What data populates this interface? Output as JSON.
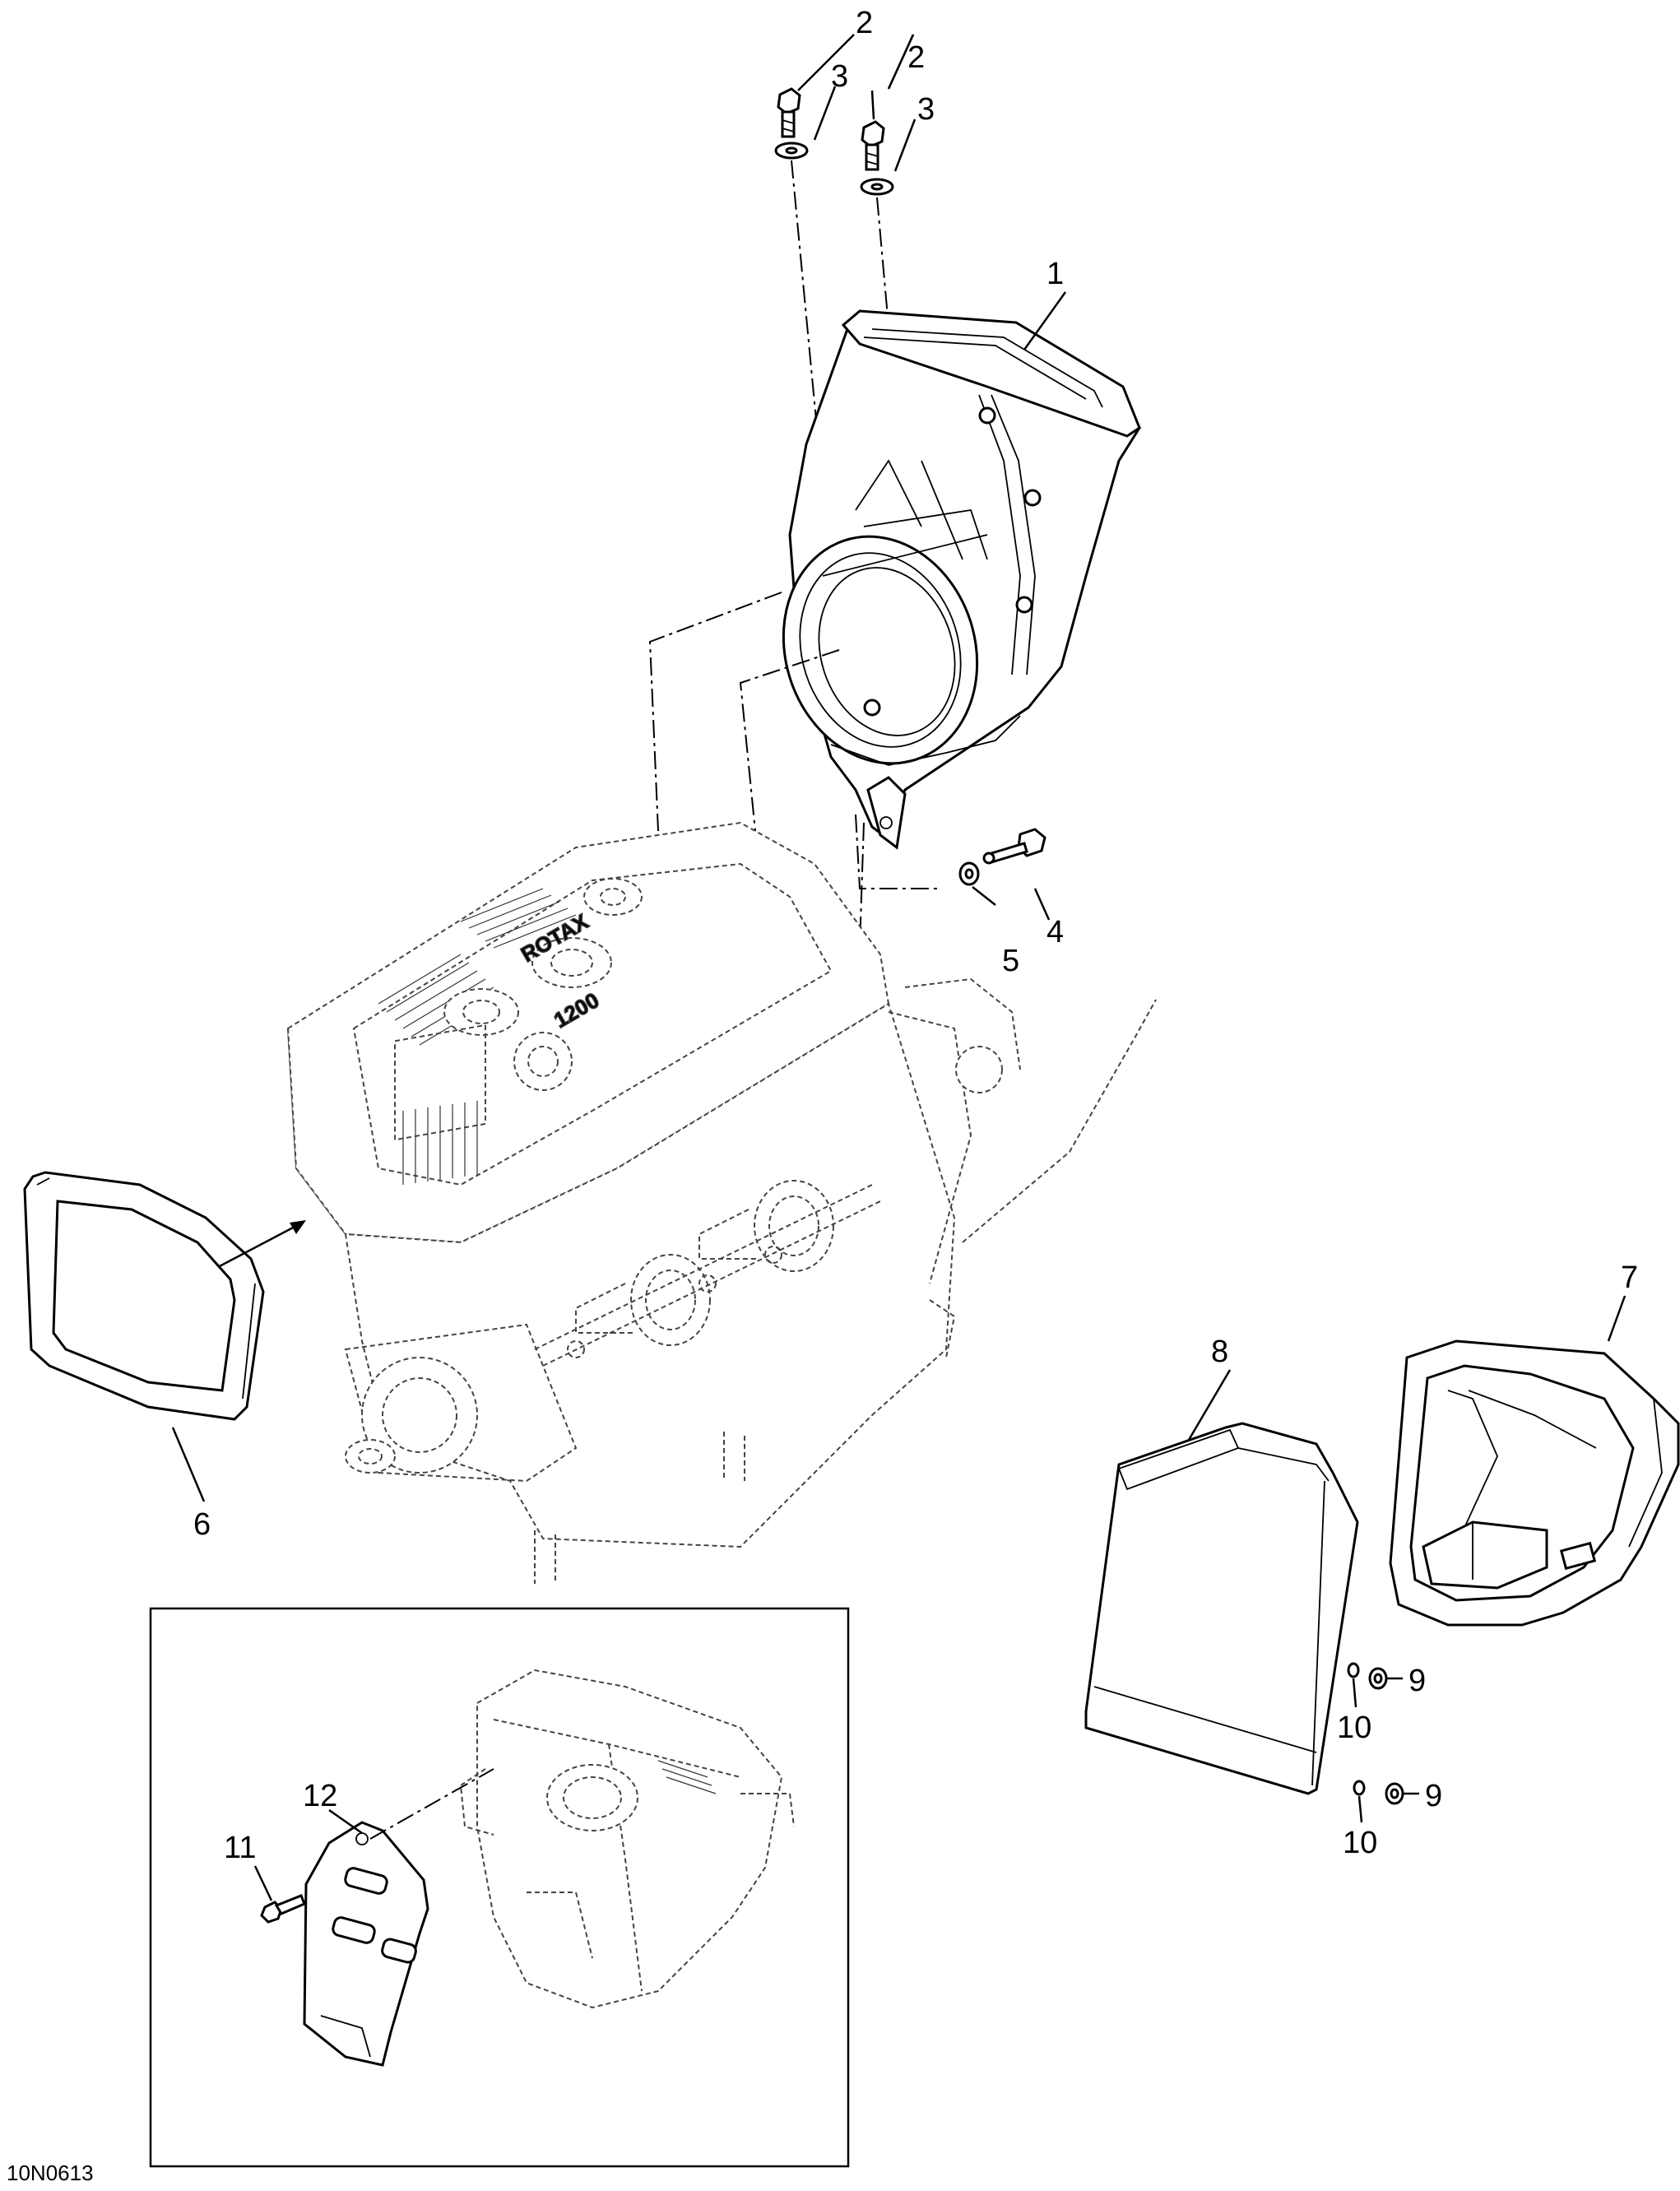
{
  "callouts": {
    "c1": "1",
    "c2a": "2",
    "c2b": "2",
    "c3a": "3",
    "c3b": "3",
    "c4": "4",
    "c5": "5",
    "c6": "6",
    "c7": "7",
    "c8": "8",
    "c9a": "9",
    "c9b": "9",
    "c10a": "10",
    "c10b": "10",
    "c11": "11",
    "c12": "12"
  },
  "engine_marking": {
    "brand": "ROTAX",
    "model": "1200"
  },
  "figure_code": "10N0613"
}
